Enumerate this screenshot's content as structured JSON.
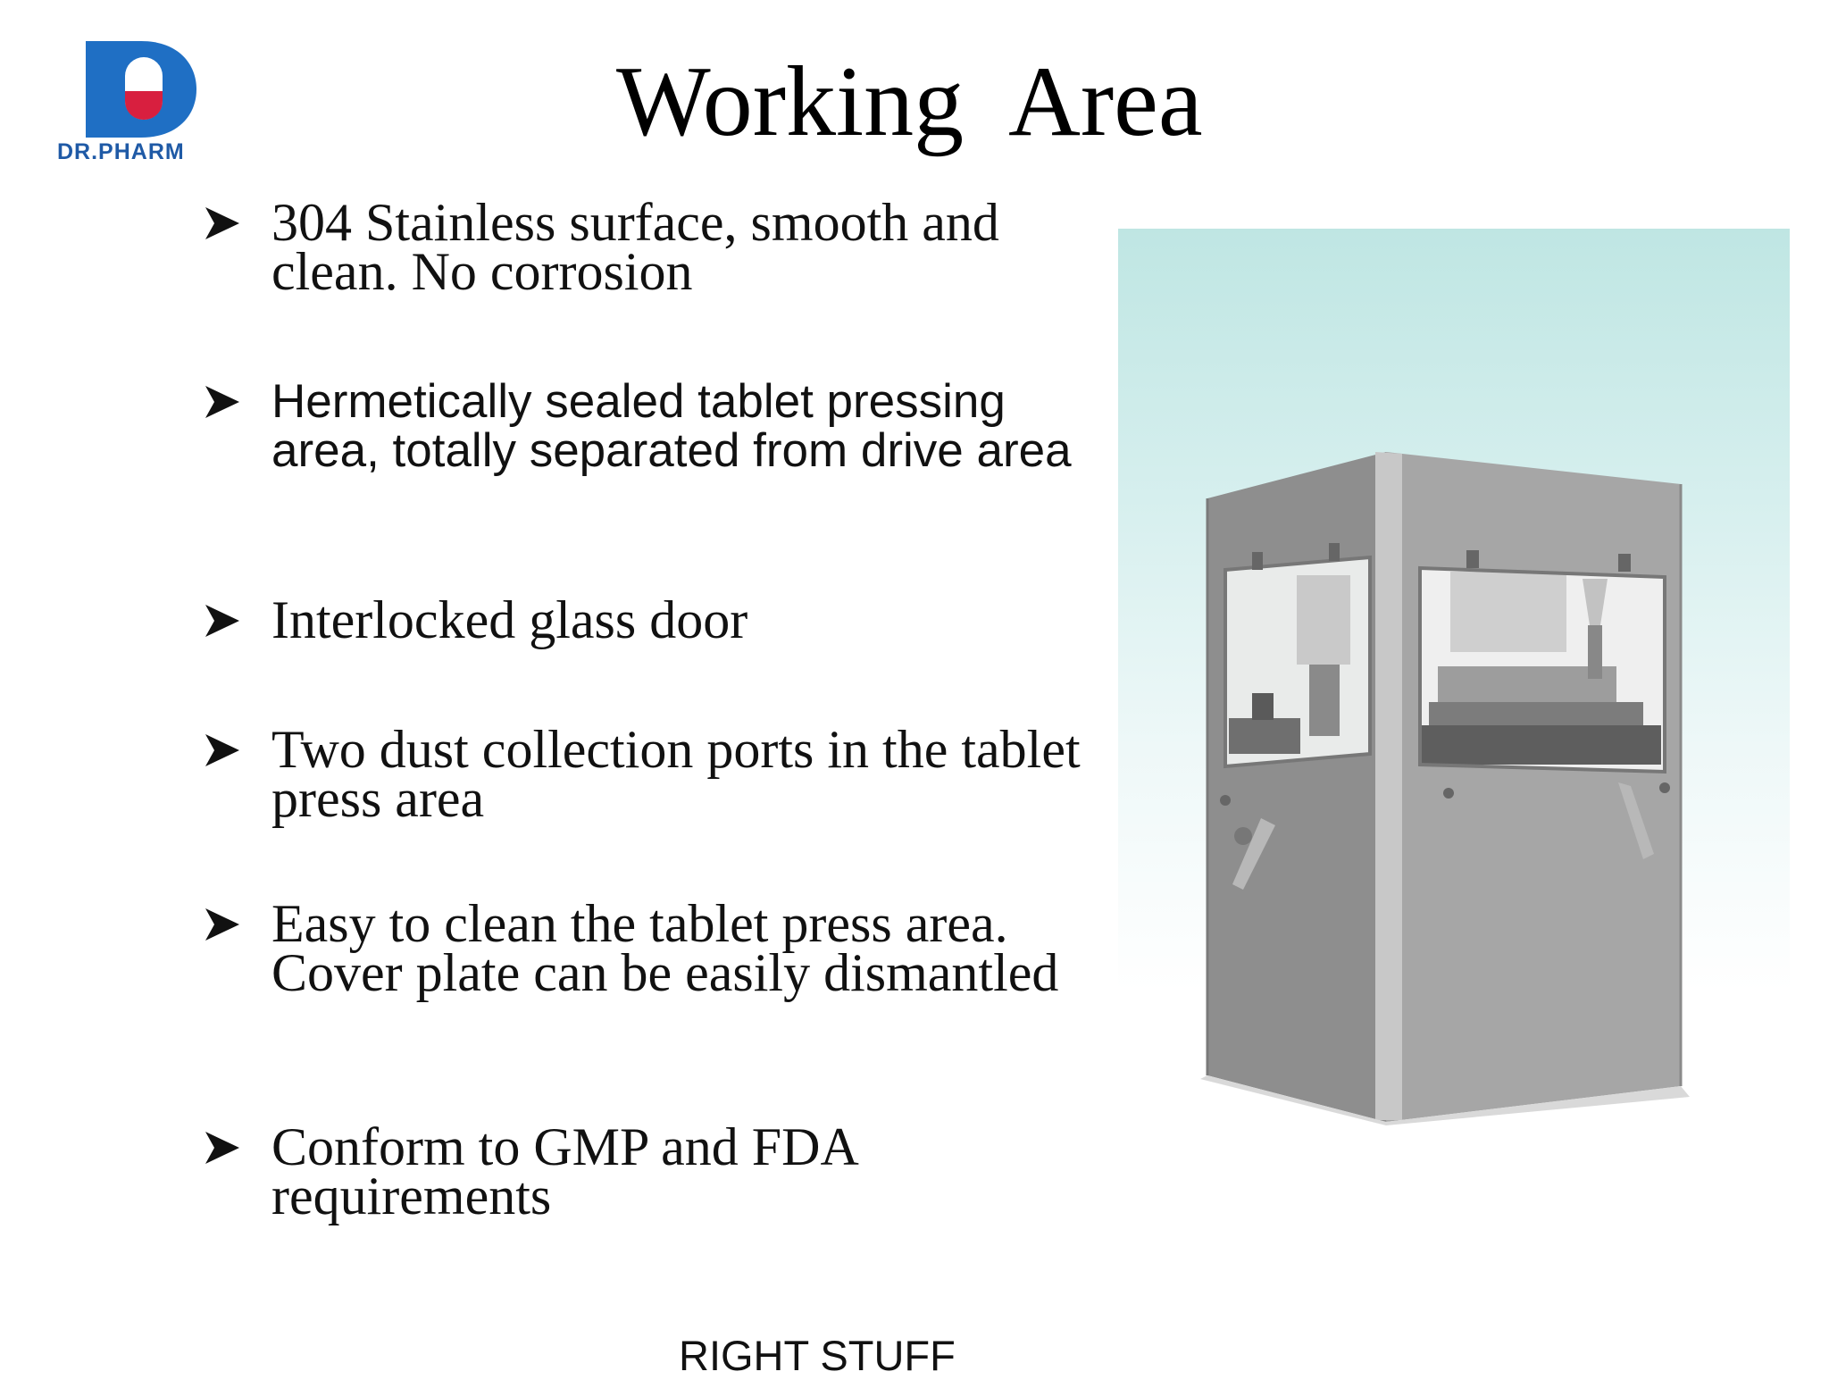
{
  "logo": {
    "text": "DR.PHARM",
    "brand_blue": "#1f6fc4",
    "brand_red": "#d81f3f",
    "icon": "dr-pharm-logo-icon"
  },
  "title": "Working  Area",
  "bullets": [
    {
      "text": "304 Stainless surface, smooth and clean. No corrosion"
    },
    {
      "text": "Hermetically sealed tablet pressing area, totally separated from drive area"
    },
    {
      "text": "Interlocked glass door"
    },
    {
      "text": "Two dust collection ports in the tablet press area"
    },
    {
      "text": "Easy to clean the tablet press area. Cover plate can be easily dismantled"
    },
    {
      "text": "Conform to GMP and FDA requirements"
    }
  ],
  "bullet_icon": "arrowhead-bullet-icon",
  "photo": {
    "icon": "tablet-press-machine-image"
  },
  "footer": "RIGHT STUFF"
}
